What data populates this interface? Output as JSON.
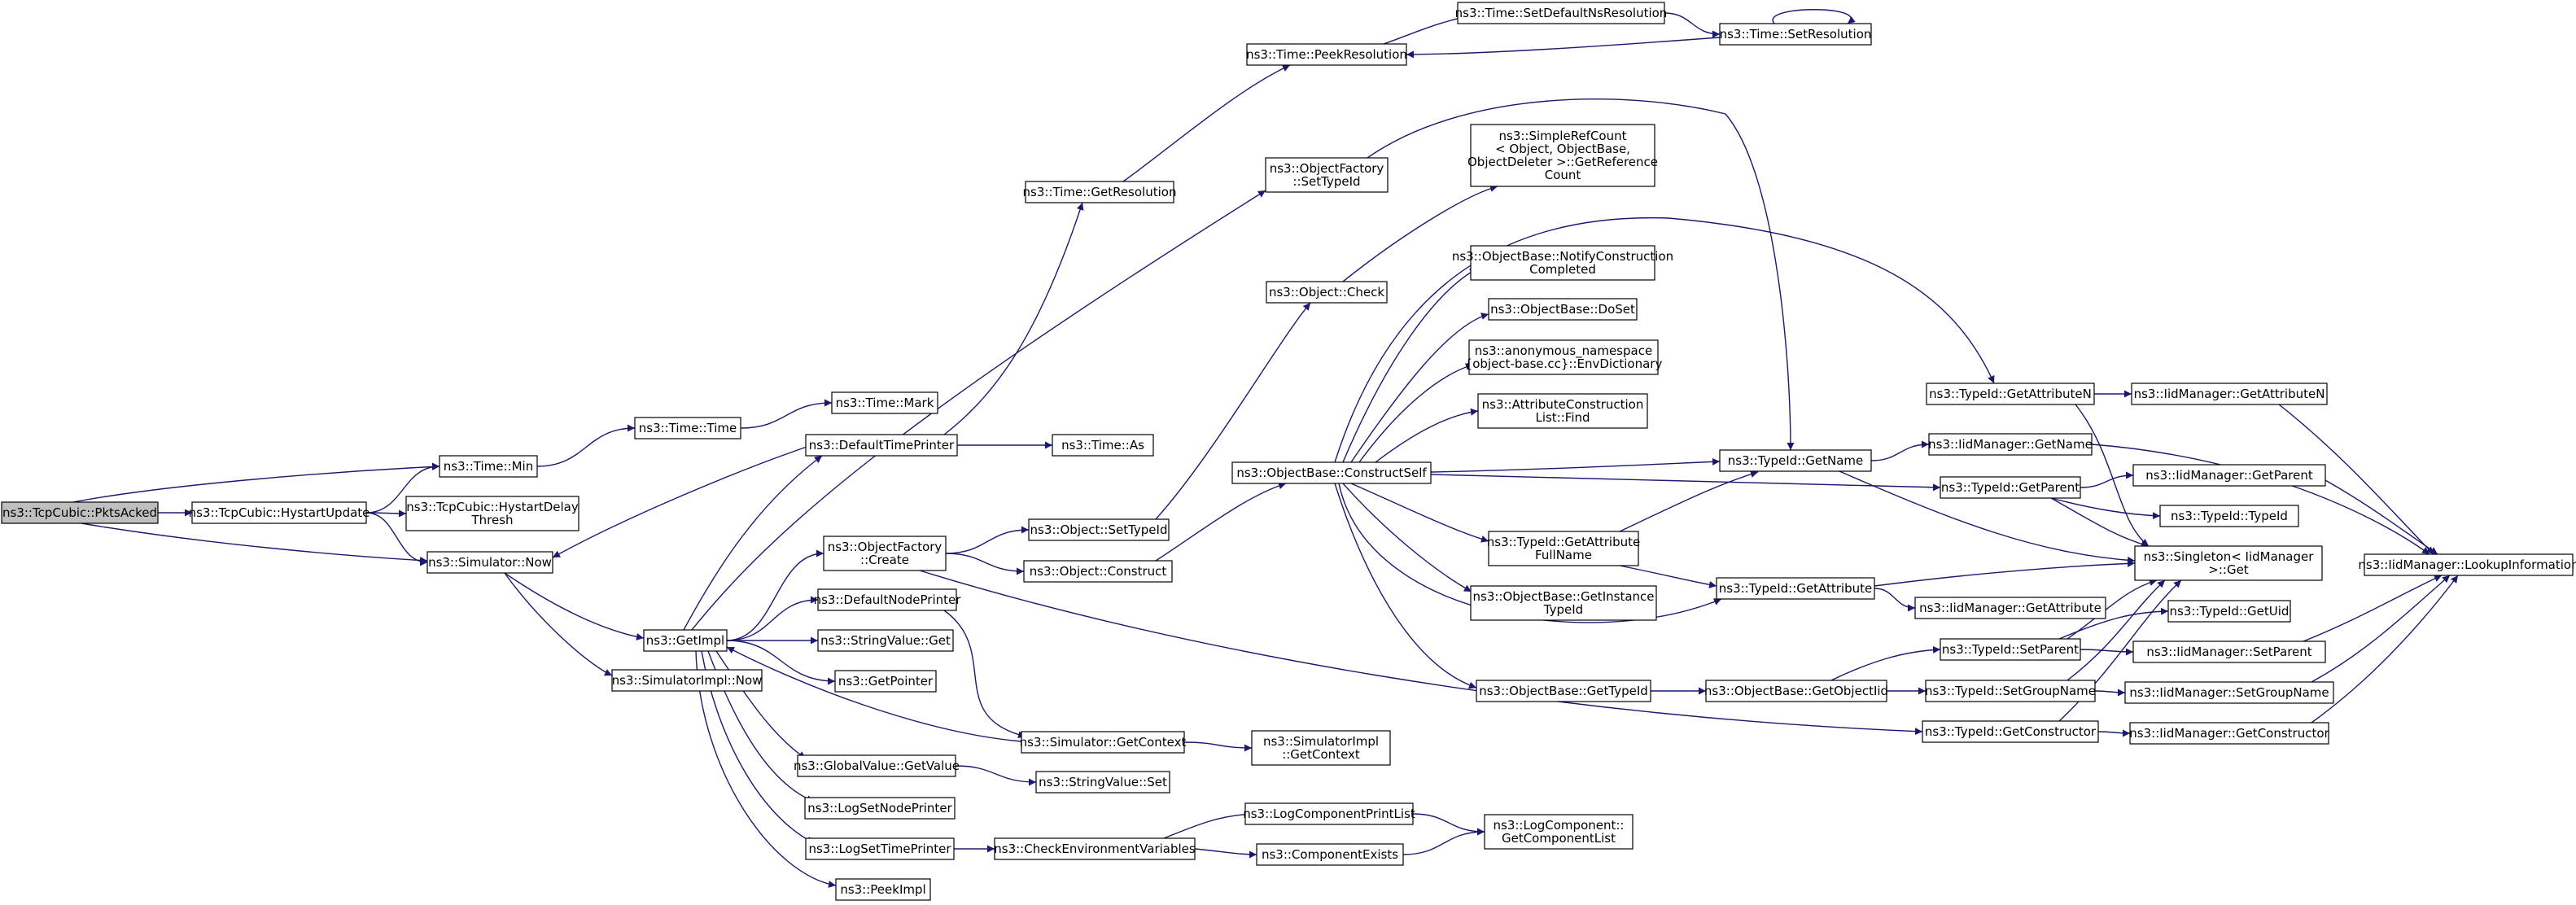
{
  "colors": {
    "edge": "#191970",
    "root_fill": "#bfbfbf",
    "node_fill": "#ffffff",
    "node_border": "#000000"
  },
  "nodes": [
    {
      "id": "pkts",
      "lines": [
        "ns3::TcpCubic::PktsAcked"
      ],
      "root": true
    },
    {
      "id": "hystart",
      "lines": [
        "ns3::TcpCubic::HystartUpdate"
      ]
    },
    {
      "id": "timemin",
      "lines": [
        "ns3::Time::Min"
      ]
    },
    {
      "id": "hdt",
      "lines": [
        "ns3::TcpCubic::HystartDelay",
        "Thresh"
      ]
    },
    {
      "id": "simnow",
      "lines": [
        "ns3::Simulator::Now"
      ]
    },
    {
      "id": "timetime",
      "lines": [
        "ns3::Time::Time"
      ]
    },
    {
      "id": "getimpl",
      "lines": [
        "ns3::GetImpl"
      ]
    },
    {
      "id": "simimplnow",
      "lines": [
        "ns3::SimulatorImpl::Now"
      ]
    },
    {
      "id": "timemark",
      "lines": [
        "ns3::Time::Mark"
      ]
    },
    {
      "id": "dtp",
      "lines": [
        "ns3::DefaultTimePrinter"
      ]
    },
    {
      "id": "timeas",
      "lines": [
        "ns3::Time::As"
      ]
    },
    {
      "id": "getres",
      "lines": [
        "ns3::Time::GetResolution"
      ]
    },
    {
      "id": "peekres",
      "lines": [
        "ns3::Time::PeekResolution"
      ]
    },
    {
      "id": "setdefres",
      "lines": [
        "ns3::Time::SetDefaultNsResolution"
      ]
    },
    {
      "id": "setres",
      "lines": [
        "ns3::Time::SetResolution"
      ]
    },
    {
      "id": "ofcreate",
      "lines": [
        "ns3::ObjectFactory",
        "::Create"
      ]
    },
    {
      "id": "dnp",
      "lines": [
        "ns3::DefaultNodePrinter"
      ]
    },
    {
      "id": "svget",
      "lines": [
        "ns3::StringValue::Get"
      ]
    },
    {
      "id": "getpointer",
      "lines": [
        "ns3::GetPointer"
      ]
    },
    {
      "id": "getcontext",
      "lines": [
        "ns3::Simulator::GetContext"
      ]
    },
    {
      "id": "simimplgetctx",
      "lines": [
        "ns3::SimulatorImpl",
        "::GetContext"
      ]
    },
    {
      "id": "gvgetvalue",
      "lines": [
        "ns3::GlobalValue::GetValue"
      ]
    },
    {
      "id": "svset",
      "lines": [
        "ns3::StringValue::Set"
      ]
    },
    {
      "id": "lsnp",
      "lines": [
        "ns3::LogSetNodePrinter"
      ]
    },
    {
      "id": "lstp",
      "lines": [
        "ns3::LogSetTimePrinter"
      ]
    },
    {
      "id": "cev",
      "lines": [
        "ns3::CheckEnvironmentVariables"
      ]
    },
    {
      "id": "peekimpl",
      "lines": [
        "ns3::PeekImpl"
      ]
    },
    {
      "id": "lcpl",
      "lines": [
        "ns3::LogComponentPrintList"
      ]
    },
    {
      "id": "compexists",
      "lines": [
        "ns3::ComponentExists"
      ]
    },
    {
      "id": "lcgcl",
      "lines": [
        "ns3::LogComponent::",
        "GetComponentList"
      ]
    },
    {
      "id": "ofsettypeid",
      "lines": [
        "ns3::ObjectFactory",
        "::SetTypeId"
      ]
    },
    {
      "id": "objcheck",
      "lines": [
        "ns3::Object::Check"
      ]
    },
    {
      "id": "objsettypeid",
      "lines": [
        "ns3::Object::SetTypeId"
      ]
    },
    {
      "id": "objconstruct",
      "lines": [
        "ns3::Object::Construct"
      ]
    },
    {
      "id": "construct",
      "lines": [
        "ns3::ObjectBase::ConstructSelf"
      ]
    },
    {
      "id": "simpleref",
      "lines": [
        "ns3::SimpleRefCount",
        "< Object, ObjectBase,",
        "ObjectDeleter >::GetReference",
        "Count"
      ]
    },
    {
      "id": "notify",
      "lines": [
        "ns3::ObjectBase::NotifyConstruction",
        "Completed"
      ]
    },
    {
      "id": "doset",
      "lines": [
        "ns3::ObjectBase::DoSet"
      ]
    },
    {
      "id": "anon",
      "lines": [
        "ns3::anonymous_namespace",
        "{object-base.cc}::EnvDictionary"
      ]
    },
    {
      "id": "acfind",
      "lines": [
        "ns3::AttributeConstruction",
        "List::Find"
      ]
    },
    {
      "id": "getattrfull",
      "lines": [
        "ns3::TypeId::GetAttribute",
        "FullName"
      ]
    },
    {
      "id": "getinstance",
      "lines": [
        "ns3::ObjectBase::GetInstance",
        "TypeId"
      ]
    },
    {
      "id": "obgettypeid",
      "lines": [
        "ns3::ObjectBase::GetTypeId"
      ]
    },
    {
      "id": "getname",
      "lines": [
        "ns3::TypeId::GetName"
      ]
    },
    {
      "id": "getattr",
      "lines": [
        "ns3::TypeId::GetAttribute"
      ]
    },
    {
      "id": "getobjectiid",
      "lines": [
        "ns3::ObjectBase::GetObjectIid"
      ]
    },
    {
      "id": "getattrn",
      "lines": [
        "ns3::TypeId::GetAttributeN"
      ]
    },
    {
      "id": "getparent",
      "lines": [
        "ns3::TypeId::GetParent"
      ]
    },
    {
      "id": "setparent",
      "lines": [
        "ns3::TypeId::SetParent"
      ]
    },
    {
      "id": "setgroupname",
      "lines": [
        "ns3::TypeId::SetGroupName"
      ]
    },
    {
      "id": "getconstructor",
      "lines": [
        "ns3::TypeId::GetConstructor"
      ]
    },
    {
      "id": "iidgetattrn",
      "lines": [
        "ns3::IidManager::GetAttributeN"
      ]
    },
    {
      "id": "iidgetname",
      "lines": [
        "ns3::IidManager::GetName"
      ]
    },
    {
      "id": "iidgetparent",
      "lines": [
        "ns3::IidManager::GetParent"
      ]
    },
    {
      "id": "typeidtypeid",
      "lines": [
        "ns3::TypeId::TypeId"
      ]
    },
    {
      "id": "singleton",
      "lines": [
        "ns3::Singleton< IidManager",
        " >::Get"
      ]
    },
    {
      "id": "iidgetattr",
      "lines": [
        "ns3::IidManager::GetAttribute"
      ]
    },
    {
      "id": "getuid",
      "lines": [
        "ns3::TypeId::GetUid"
      ]
    },
    {
      "id": "iidsetparent",
      "lines": [
        "ns3::IidManager::SetParent"
      ]
    },
    {
      "id": "iidsetgroup",
      "lines": [
        "ns3::IidManager::SetGroupName"
      ]
    },
    {
      "id": "iidgetctor",
      "lines": [
        "ns3::IidManager::GetConstructor"
      ]
    },
    {
      "id": "lookup",
      "lines": [
        "ns3::IidManager::LookupInformation"
      ]
    }
  ]
}
